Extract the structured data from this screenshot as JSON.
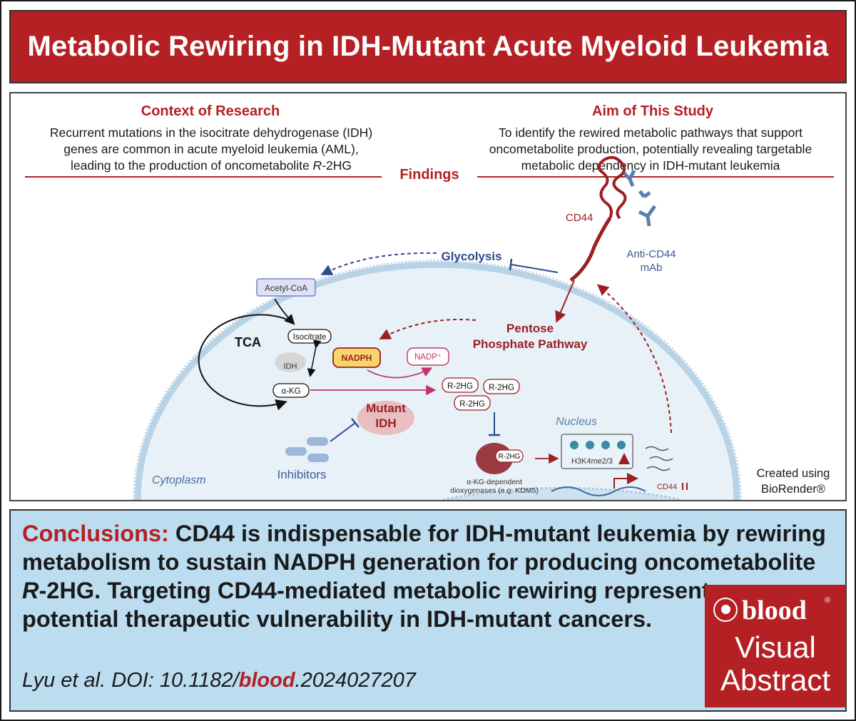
{
  "title": "Metabolic Rewiring in IDH-Mutant Acute Myeloid Leukemia",
  "context": {
    "heading": "Context of Research",
    "text_line1": "Recurrent mutations in the isocitrate dehydrogenase (IDH)",
    "text_line2": "genes are common in acute myeloid leukemia (AML),",
    "text_line3_prefix": "leading to the production of oncometabolite ",
    "text_line3_italic": "R",
    "text_line3_suffix": "-2HG"
  },
  "aim": {
    "heading": "Aim of This Study",
    "text_line1": "To identify the rewired metabolic pathways that support",
    "text_line2": "oncometabolite production, potentially revealing targetable",
    "text_line3": "metabolic dependency in IDH-mutant leukemia"
  },
  "findings": {
    "heading": "Findings",
    "labels": {
      "cd44": "CD44",
      "anti_cd44_line1": "Anti-CD44",
      "anti_cd44_line2": "mAb",
      "glycolysis": "Glycolysis",
      "acetyl_coa": "Acetyl-CoA",
      "tca": "TCA",
      "isocitrate": "Isocitrate",
      "idh": "IDH",
      "akg": "α-KG",
      "nadph": "NADPH",
      "nadp": "NADP⁺",
      "ppp_line1": "Pentose",
      "ppp_line2": "Phosphate Pathway",
      "r2hg": "R-2HG",
      "mutant_line1": "Mutant",
      "mutant_line2": "IDH",
      "inhibitors": "Inhibitors",
      "nucleus": "Nucleus",
      "cytoplasm": "Cytoplasm",
      "h3k4": "H3K4me2/3",
      "dioxygenase_line1": "α-KG-dependent",
      "dioxygenase_line2": "dioxygenases (e.g. KDM5)",
      "cd44_expr": "CD44"
    },
    "created_line1": "Created using",
    "created_line2": "BioRender®"
  },
  "conclusion": {
    "label": "Conclusions:",
    "text_part1": "CD44 is indispensable for IDH-mutant leukemia by rewiring metabolism to sustain NADPH generation for producing oncometabolite ",
    "text_italic": "R",
    "text_part2": "-2HG. Targeting CD44-mediated metabolic rewiring represents a potential therapeutic vulnerability in IDH-mutant cancers.",
    "citation_prefix": "Lyu et al. DOI: 10.1182/",
    "citation_journal": "blood",
    "citation_suffix": ".2024027207"
  },
  "logo": {
    "brand": "blood",
    "reg_mark": "®",
    "line1": "Visual",
    "line2": "Abstract"
  },
  "colors": {
    "brand_red": "#b52024",
    "conclusion_bg": "#bcdcf0",
    "pathway_blue": "#2e4a8c",
    "cell_bg": "#e6f0f8",
    "nucleus_bg": "#cfe2ef"
  }
}
